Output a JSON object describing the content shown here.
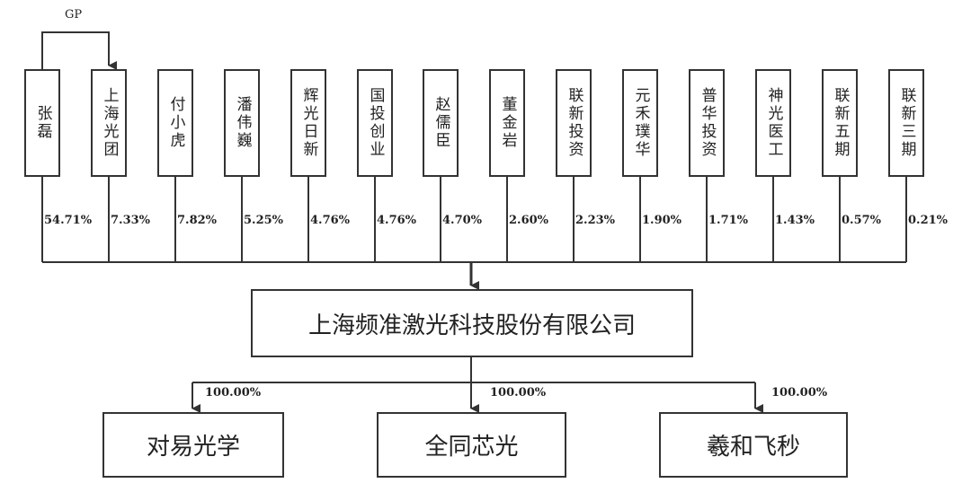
{
  "gp_label": "GP",
  "shareholders": [
    {
      "name": "张磊",
      "pct": "54.71%"
    },
    {
      "name": "上海光团",
      "pct": "7.33%"
    },
    {
      "name": "付小虎",
      "pct": "7.82%"
    },
    {
      "name": "潘伟巍",
      "pct": "5.25%"
    },
    {
      "name": "辉光日新",
      "pct": "4.76%"
    },
    {
      "name": "国投创业",
      "pct": "4.76%"
    },
    {
      "name": "赵儒臣",
      "pct": "4.70%"
    },
    {
      "name": "董金岩",
      "pct": "2.60%"
    },
    {
      "name": "联新投资",
      "pct": "2.23%"
    },
    {
      "name": "元禾璞华",
      "pct": "1.90%"
    },
    {
      "name": "普华投资",
      "pct": "1.71%"
    },
    {
      "name": "神光医工",
      "pct": "1.43%"
    },
    {
      "name": "联新五期",
      "pct": "0.57%"
    },
    {
      "name": "联新三期",
      "pct": "0.21%"
    }
  ],
  "company": "上海频准激光科技股份有限公司",
  "subsidiaries": [
    {
      "name": "对易光学",
      "pct": "100.00%"
    },
    {
      "name": "全同芯光",
      "pct": "100.00%"
    },
    {
      "name": "羲和飞秒",
      "pct": "100.00%"
    }
  ]
}
